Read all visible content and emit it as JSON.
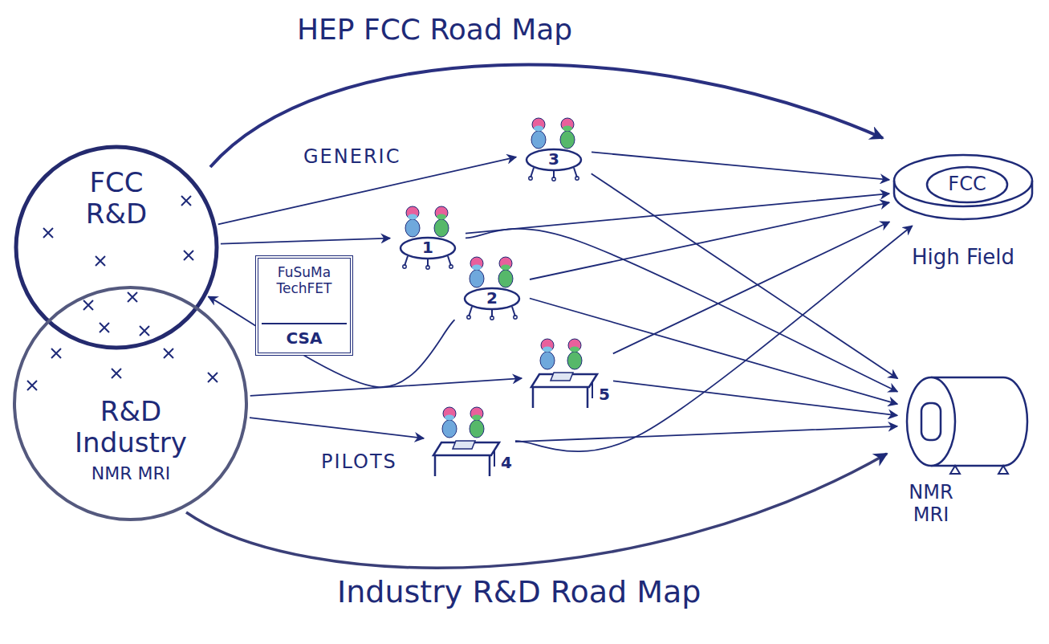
{
  "diagram": {
    "nodes": [
      {
        "text": [
          "FCC R&D"
        ]
      },
      {
        "text": [
          "R&D Industry",
          "NMR MRI"
        ]
      },
      {
        "text": [
          "FuSuMa TechFET",
          "CSA"
        ]
      },
      {
        "text": [
          "1"
        ]
      },
      {
        "text": [
          "2"
        ]
      },
      {
        "text": [
          "3"
        ]
      },
      {
        "text": [
          "5"
        ]
      },
      {
        "text": [
          "4"
        ]
      },
      {
        "text": [
          "FCC",
          "High Field"
        ]
      },
      {
        "text": [
          "NMR MRI"
        ]
      }
    ],
    "edges": [
      {
        "from": 0,
        "to": 3,
        "arrow": "to"
      },
      {
        "from": 0,
        "to": 5,
        "arrow": "to"
      },
      {
        "from": 4,
        "to": 0,
        "arrow": "to"
      },
      {
        "from": 1,
        "to": 6,
        "arrow": "to"
      },
      {
        "from": 1,
        "to": 7,
        "arrow": "to"
      },
      {
        "from": 5,
        "to": 8,
        "arrow": "to"
      },
      {
        "from": 5,
        "to": 9,
        "arrow": "to"
      },
      {
        "from": 3,
        "to": 8,
        "arrow": "to"
      },
      {
        "from": 3,
        "to": 9,
        "arrow": "to"
      },
      {
        "from": 4,
        "to": 8,
        "arrow": "to"
      },
      {
        "from": 4,
        "to": 9,
        "arrow": "to"
      },
      {
        "from": 6,
        "to": 8,
        "arrow": "to"
      },
      {
        "from": 6,
        "to": 9,
        "arrow": "to"
      },
      {
        "from": 7,
        "to": 8,
        "arrow": "to"
      },
      {
        "from": 7,
        "to": 9,
        "arrow": "to"
      }
    ],
    "labels": [
      "HEP FCC Road Map",
      "GENERIC",
      "PILOTS",
      "Industry R&D Road Map"
    ]
  }
}
